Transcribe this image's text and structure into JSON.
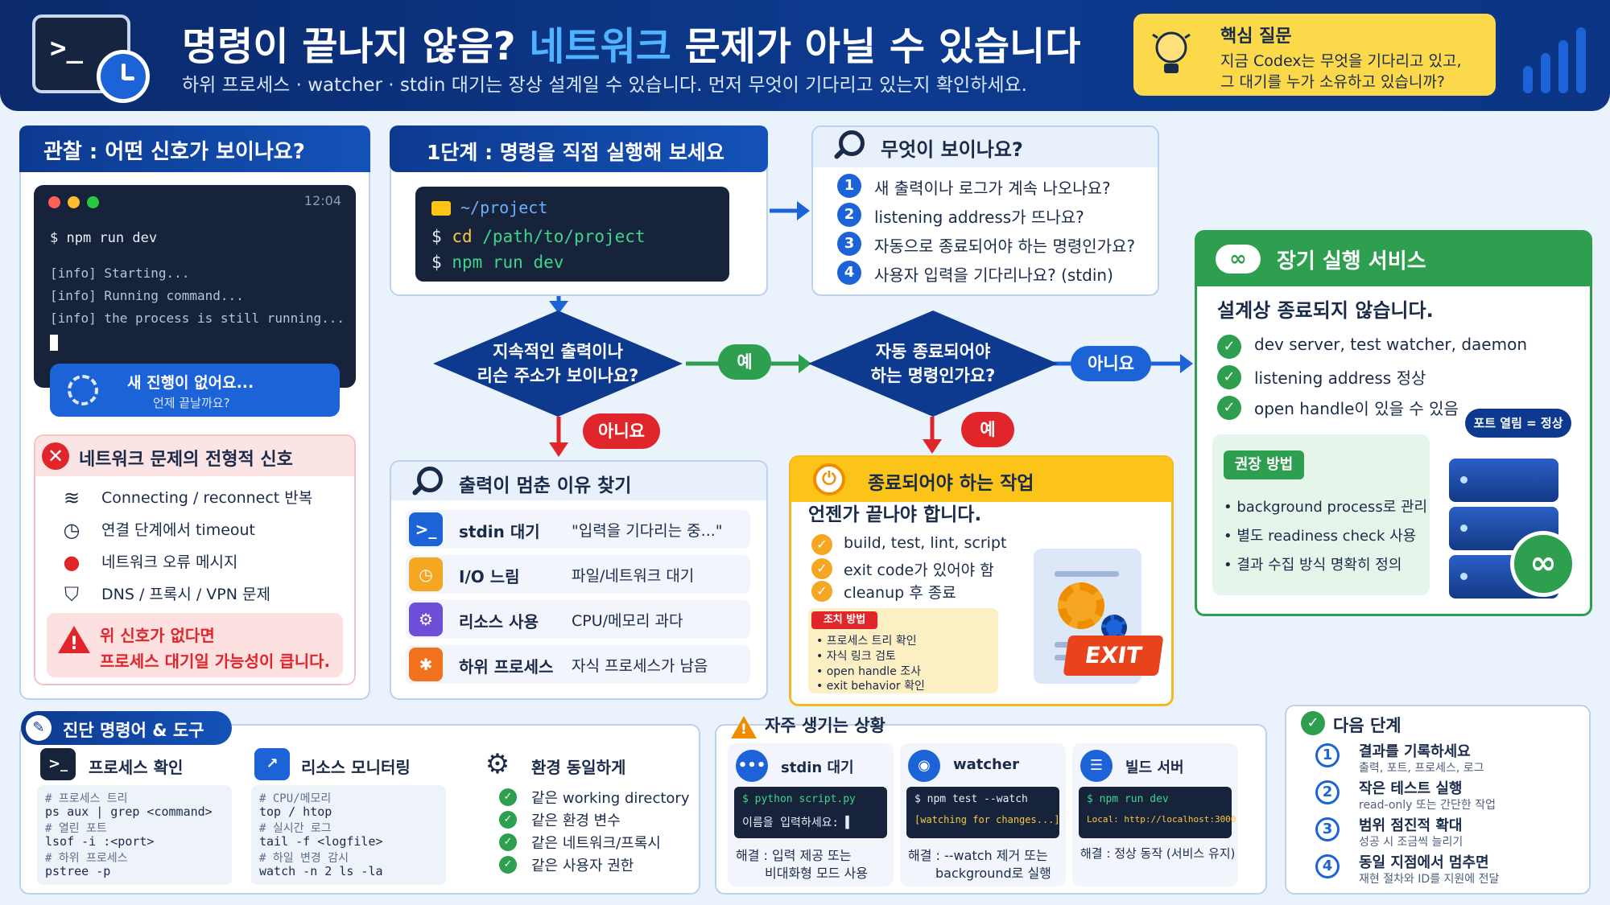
{
  "header": {
    "title_pre": "명령이 끝나지 않음? ",
    "title_hl": "네트워크",
    "title_post": " 문제가 아닐 수 있습니다",
    "subtitle": "하위 프로세스 · watcher · stdin 대기는 장상 설계일 수 있습니다. 먼저 무엇이 기다리고 있는지 확인하세요.",
    "icon_prompt": ">_",
    "question_title": "핵심 질문",
    "question_line1": "지금 Codex는 무엇을 기다리고 있고,",
    "question_line2": "그 대기를 누가 소유하고 있습니까?"
  },
  "observation": {
    "title": "관찰 : 어떤 신호가 보이나요?",
    "terminal_time": "12:04",
    "terminal_command": "$ npm run dev",
    "terminal_lines": [
      "[info] Starting...",
      "[info] Running command...",
      "[info] the process is still running..."
    ],
    "pill_line1": "새 진행이 없어요...",
    "pill_line2": "언제 끝날까요?",
    "network_title": "네트워크 문제의 전형적 신호",
    "network_items": [
      "Connecting / reconnect 반복",
      "연결 단계에서 timeout",
      "네트워크 오류 메시지",
      "DNS / 프록시 / VPN 문제"
    ],
    "alert_line1": "위 신호가 없다면",
    "alert_line2": "프로세스 대기일 가능성이 큽니다."
  },
  "step1": {
    "title": "1단계 : 명령을 직접 실행해 보세요",
    "path": "~/project",
    "line1_prompt": "$",
    "line1_cmd": "cd",
    "line1_arg": "/path/to/project",
    "line2_prompt": "$",
    "line2_cmd": "npm run dev"
  },
  "seen": {
    "title": "무엇이 보이나요?",
    "items": [
      "새 출력이나 로그가 계속 나오나요?",
      "listening address가 뜨나요?",
      "자동으로 종료되어야 하는 명령인가요?",
      "사용자 입력을 기다리나요? (stdin)"
    ]
  },
  "flow": {
    "diamond1_line1": "지속적인 출력이나",
    "diamond1_line2": "리슨 주소가 보이나요?",
    "diamond2_line1": "자동 종료되어야",
    "diamond2_line2": "하는 명령인가요?",
    "yes": "예",
    "no": "아니요"
  },
  "service": {
    "title": "장기 실행 서비스",
    "subtitle": "설계상 종료되지 않습니다.",
    "items": [
      "dev server, test watcher, daemon",
      "listening address 정상",
      "open handle이 있을 수 있음"
    ],
    "recommend_badge": "권장 방법",
    "recommend_items": [
      "• background process로 관리",
      "• 별도 readiness check 사용",
      "• 결과 수집 방식 명확히 정의"
    ],
    "port_bubble": "포트 열림 = 정상"
  },
  "why": {
    "title": "출력이 멈춘 이유 찾기",
    "rows": [
      {
        "name": "stdin 대기",
        "desc": "\"입력을 기다리는 중...\"",
        "color": "#1d63d8"
      },
      {
        "name": "I/O 느림",
        "desc": "파일/네트워크 대기",
        "color": "#f5a623"
      },
      {
        "name": "리소스 사용",
        "desc": "CPU/메모리 과다",
        "color": "#6c4fd6"
      },
      {
        "name": "하위 프로세스",
        "desc": "자식 프로세스가 남음",
        "color": "#f2711c"
      }
    ]
  },
  "terminate": {
    "title": "종료되어야 하는 작업",
    "subtitle": "언젠가 끝나야 합니다.",
    "items": [
      "build, test, lint, script",
      "exit code가 있어야 함",
      "cleanup 후 종료"
    ],
    "fix_badge": "조치 방법",
    "fix_items": [
      "• 프로세스 트리 확인",
      "• 자식 링크 검토",
      "• open handle 조사",
      "• exit behavior 확인"
    ],
    "exit_label": "EXIT"
  },
  "diagnostics": {
    "title": "진단 명령어 & 도구",
    "process_title": "프로세스 확인",
    "process_code": [
      "# 프로세스 트리",
      "ps aux | grep <command>",
      "# 열린 포트",
      " lsof -i :<port>",
      "# 하위 프로세스",
      " pstree -p"
    ],
    "resource_title": "리소스 모니터링",
    "resource_code": [
      "# CPU/메모리",
      "top / htop",
      "# 실시간 로그",
      " tail -f <logfile>",
      "# 하일 변경 감시",
      " watch -n 2 ls -la"
    ],
    "env_title": "환경 동일하게",
    "env_items": [
      "같은 working directory",
      "같은 환경 변수",
      "같은 네트워크/프록시",
      "같은 사용자 권한"
    ]
  },
  "common": {
    "title": "자주 생기는 상황",
    "cases": [
      {
        "title": "stdin 대기",
        "line1": "$ python script.py",
        "line2": "이름을 입력하세요: ▌",
        "sol1": "해결 : 입력 제공 또는",
        "sol2": "비대화형 모드 사용"
      },
      {
        "title": "watcher",
        "line1": "$ npm test --watch",
        "line2": "[watching for changes...]",
        "sol1": "해결 : --watch 제거 또는",
        "sol2": "background로 실행"
      },
      {
        "title": "빌드 서버",
        "line1": "$ npm run dev",
        "line2": "Local: http://localhost:3000",
        "sol1": "해결 : 정상 동작 (서비스 유지)",
        "sol2": ""
      }
    ]
  },
  "next": {
    "title": "다음 단계",
    "steps": [
      {
        "title": "결과를 기록하세요",
        "sub": "출력, 포트, 프로세스, 로그"
      },
      {
        "title": "작은 테스트 실행",
        "sub": "read-only 또는 간단한 작업"
      },
      {
        "title": "범위 점진적 확대",
        "sub": "성공 시 조금씩 늘리기"
      },
      {
        "title": "동일 지점에서 멈추면",
        "sub": "재현 절차와 ID를 지원에 전달"
      }
    ]
  },
  "colors": {
    "navy": "#0d3a8f",
    "blue": "#1d63d8",
    "green": "#2e9e4f",
    "red": "#e0262a",
    "yellow": "#fcc419"
  }
}
